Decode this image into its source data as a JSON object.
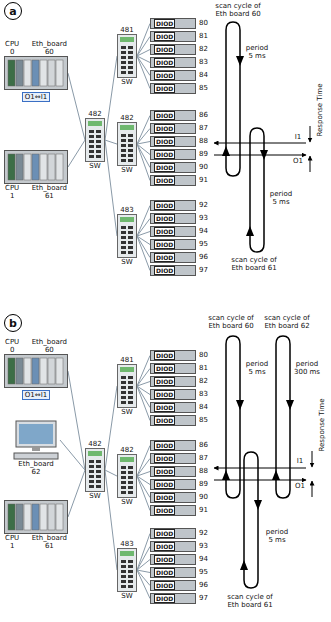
{
  "diagram": {
    "nodes": [
      {
        "text": [
          "a"
        ]
      },
      {
        "text": [
          "CPU 0",
          "Eth_board 60",
          "O1⇔I1"
        ]
      },
      {
        "text": [
          "CPU 1",
          "Eth_board 61"
        ]
      },
      {
        "text": [
          "482",
          "SW"
        ]
      },
      {
        "text": [
          "481",
          "SW"
        ]
      },
      {
        "text": [
          "482",
          "SW"
        ]
      },
      {
        "text": [
          "483",
          "SW"
        ]
      },
      {
        "text": [
          "DIOD",
          "80"
        ]
      },
      {
        "text": [
          "DIOD",
          "81"
        ]
      },
      {
        "text": [
          "DIOD",
          "82"
        ]
      },
      {
        "text": [
          "DIOD",
          "83"
        ]
      },
      {
        "text": [
          "DIOD",
          "84"
        ]
      },
      {
        "text": [
          "DIOD",
          "85"
        ]
      },
      {
        "text": [
          "DIOD",
          "86"
        ]
      },
      {
        "text": [
          "DIOD",
          "87"
        ]
      },
      {
        "text": [
          "DIOD",
          "88"
        ]
      },
      {
        "text": [
          "DIOD",
          "89"
        ]
      },
      {
        "text": [
          "DIOD",
          "90"
        ]
      },
      {
        "text": [
          "DIOD",
          "91"
        ]
      },
      {
        "text": [
          "DIOD",
          "92"
        ]
      },
      {
        "text": [
          "DIOD",
          "93"
        ]
      },
      {
        "text": [
          "DIOD",
          "94"
        ]
      },
      {
        "text": [
          "DIOD",
          "95"
        ]
      },
      {
        "text": [
          "DIOD",
          "96"
        ]
      },
      {
        "text": [
          "DIOD",
          "97"
        ]
      },
      {
        "text": [
          "b"
        ]
      },
      {
        "text": [
          "CPU 0",
          "Eth_board 60",
          "O1⇔I1"
        ]
      },
      {
        "text": [
          "Eth_board 62"
        ]
      },
      {
        "text": [
          "CPU 1",
          "Eth_board 61"
        ]
      },
      {
        "text": [
          "482",
          "SW"
        ]
      },
      {
        "text": [
          "481",
          "SW"
        ]
      },
      {
        "text": [
          "482",
          "SW"
        ]
      },
      {
        "text": [
          "483",
          "SW"
        ]
      },
      {
        "text": [
          "DIOD",
          "80"
        ]
      },
      {
        "text": [
          "DIOD",
          "81"
        ]
      },
      {
        "text": [
          "DIOD",
          "82"
        ]
      },
      {
        "text": [
          "DIOD",
          "83"
        ]
      },
      {
        "text": [
          "DIOD",
          "84"
        ]
      },
      {
        "text": [
          "DIOD",
          "85"
        ]
      },
      {
        "text": [
          "DIOD",
          "86"
        ]
      },
      {
        "text": [
          "DIOD",
          "87"
        ]
      },
      {
        "text": [
          "DIOD",
          "88"
        ]
      },
      {
        "text": [
          "DIOD",
          "89"
        ]
      },
      {
        "text": [
          "DIOD",
          "90"
        ]
      },
      {
        "text": [
          "DIOD",
          "91"
        ]
      },
      {
        "text": [
          "DIOD",
          "92"
        ]
      },
      {
        "text": [
          "DIOD",
          "93"
        ]
      },
      {
        "text": [
          "DIOD",
          "94"
        ]
      },
      {
        "text": [
          "DIOD",
          "95"
        ]
      },
      {
        "text": [
          "DIOD",
          "96"
        ]
      },
      {
        "text": [
          "DIOD",
          "97"
        ]
      }
    ],
    "edges": [
      {
        "from": 3,
        "to": 1,
        "arrow": "none"
      },
      {
        "from": 3,
        "to": 2,
        "arrow": "none"
      },
      {
        "from": 3,
        "to": 4,
        "arrow": "none"
      },
      {
        "from": 3,
        "to": 5,
        "arrow": "none"
      },
      {
        "from": 3,
        "to": 6,
        "arrow": "none"
      },
      {
        "from": 4,
        "to": 7,
        "arrow": "none"
      },
      {
        "from": 4,
        "to": 8,
        "arrow": "none"
      },
      {
        "from": 4,
        "to": 9,
        "arrow": "none"
      },
      {
        "from": 4,
        "to": 10,
        "arrow": "none"
      },
      {
        "from": 4,
        "to": 11,
        "arrow": "none"
      },
      {
        "from": 4,
        "to": 12,
        "arrow": "none"
      },
      {
        "from": 5,
        "to": 13,
        "arrow": "none"
      },
      {
        "from": 5,
        "to": 14,
        "arrow": "none"
      },
      {
        "from": 5,
        "to": 15,
        "arrow": "none"
      },
      {
        "from": 5,
        "to": 16,
        "arrow": "none"
      },
      {
        "from": 5,
        "to": 17,
        "arrow": "none"
      },
      {
        "from": 5,
        "to": 18,
        "arrow": "none"
      },
      {
        "from": 6,
        "to": 19,
        "arrow": "none"
      },
      {
        "from": 6,
        "to": 20,
        "arrow": "none"
      },
      {
        "from": 6,
        "to": 21,
        "arrow": "none"
      },
      {
        "from": 6,
        "to": 22,
        "arrow": "none"
      },
      {
        "from": 6,
        "to": 23,
        "arrow": "none"
      },
      {
        "from": 6,
        "to": 24,
        "arrow": "none"
      },
      {
        "from": 29,
        "to": 26,
        "arrow": "none"
      },
      {
        "from": 29,
        "to": 27,
        "arrow": "none"
      },
      {
        "from": 29,
        "to": 28,
        "arrow": "none"
      },
      {
        "from": 29,
        "to": 30,
        "arrow": "none"
      },
      {
        "from": 29,
        "to": 31,
        "arrow": "none"
      },
      {
        "from": 29,
        "to": 32,
        "arrow": "none"
      },
      {
        "from": 30,
        "to": 33,
        "arrow": "none"
      },
      {
        "from": 30,
        "to": 34,
        "arrow": "none"
      },
      {
        "from": 30,
        "to": 35,
        "arrow": "none"
      },
      {
        "from": 30,
        "to": 36,
        "arrow": "none"
      },
      {
        "from": 30,
        "to": 37,
        "arrow": "none"
      },
      {
        "from": 30,
        "to": 38,
        "arrow": "none"
      },
      {
        "from": 31,
        "to": 39,
        "arrow": "none"
      },
      {
        "from": 31,
        "to": 40,
        "arrow": "none"
      },
      {
        "from": 31,
        "to": 41,
        "arrow": "none"
      },
      {
        "from": 31,
        "to": 42,
        "arrow": "none"
      },
      {
        "from": 31,
        "to": 43,
        "arrow": "none"
      },
      {
        "from": 31,
        "to": 44,
        "arrow": "none"
      },
      {
        "from": 32,
        "to": 45,
        "arrow": "none"
      },
      {
        "from": 32,
        "to": 46,
        "arrow": "none"
      },
      {
        "from": 32,
        "to": 47,
        "arrow": "none"
      },
      {
        "from": 32,
        "to": 48,
        "arrow": "none"
      },
      {
        "from": 32,
        "to": 49,
        "arrow": "none"
      },
      {
        "from": 32,
        "to": 50,
        "arrow": "none"
      }
    ],
    "labels": [
      "scan cycle of Eth board 60",
      "period 5 ms",
      "period 5 ms",
      "scan cycle of Eth board 61",
      "Response Time",
      "I1",
      "O1",
      "scan cycle of Eth board 60",
      "scan cycle of Eth board 62",
      "period 5 ms",
      "period 300 ms",
      "period 5 ms",
      "scan cycle of Eth board 61",
      "Response Time",
      "I1",
      "O1"
    ]
  }
}
